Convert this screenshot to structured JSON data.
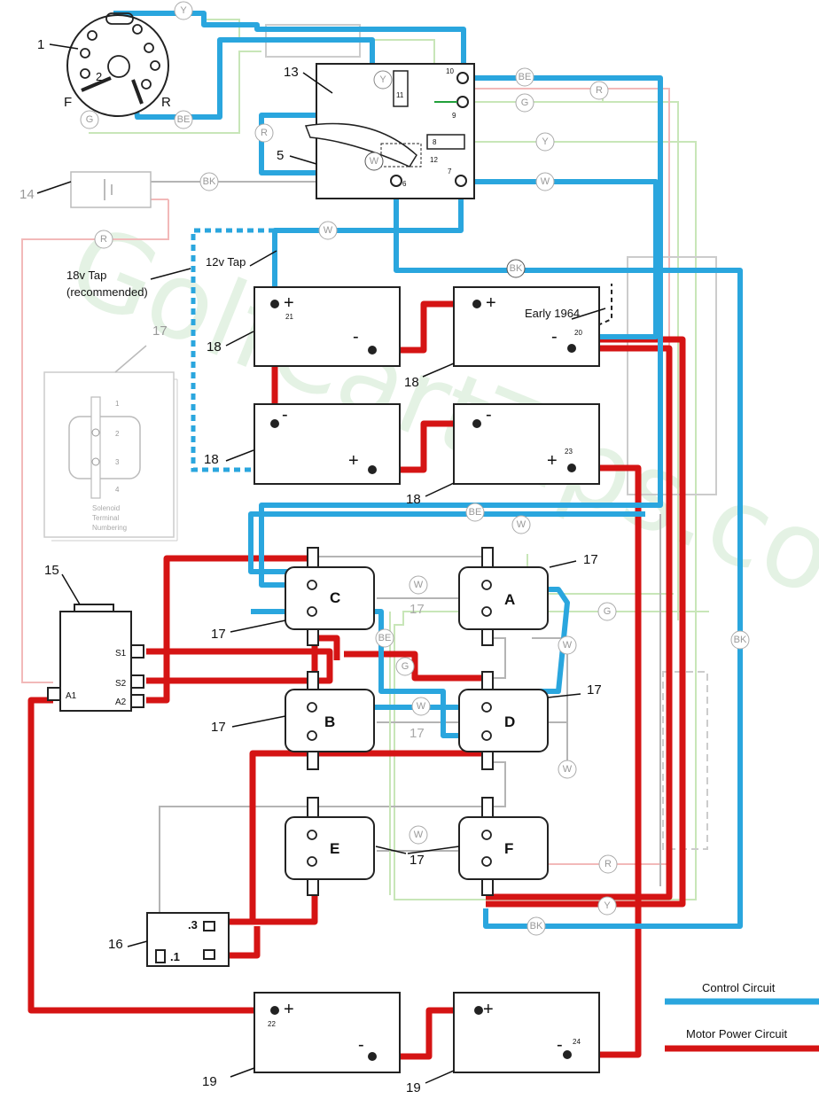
{
  "watermark": "GolfCartTips.com",
  "legend": {
    "control": "Control Circuit",
    "motor": "Motor Power Circuit"
  },
  "colors": {
    "control": "#2aa6de",
    "motor": "#d51414",
    "gray": "#b4b4b4",
    "green": "#c8e6b8",
    "pink": "#f2b9b9"
  },
  "callouts": {
    "c1": "1",
    "c2": "2",
    "cF": "F",
    "cR": "R",
    "c5": "5",
    "c13": "13",
    "c14": "14",
    "c15": "15",
    "c16": "16",
    "c17": "17",
    "c18": "18",
    "c19": "19",
    "tap18a": "18v Tap",
    "tap18b": "(recommended)",
    "tap12": "12v Tap",
    "early": "Early 1964"
  },
  "wire_tags": {
    "Y": "Y",
    "BE": "BE",
    "G": "G",
    "R": "R",
    "W": "W",
    "BK": "BK"
  },
  "switch_terminals": {
    "t6": "6",
    "t7": "7",
    "t8": "8",
    "t9": "9",
    "t10": "10",
    "t11": "11",
    "t12": "12"
  },
  "batteries": {
    "plus": "+",
    "minus": "-",
    "t20": "20",
    "t21": "21",
    "t22": "22",
    "t23": "23",
    "t24": "24"
  },
  "solenoids": [
    "A",
    "B",
    "C",
    "D",
    "E",
    "F"
  ],
  "motor": {
    "S1": "S1",
    "S2": "S2",
    "A1": "A1",
    "A2": "A2"
  },
  "resistor": {
    "p3": ".3",
    "p1": ".1"
  },
  "numbering": {
    "title1": "Solenoid",
    "title2": "Terminal",
    "title3": "Numbering",
    "n1": "1",
    "n2": "2",
    "n3": "3",
    "n4": "4"
  }
}
